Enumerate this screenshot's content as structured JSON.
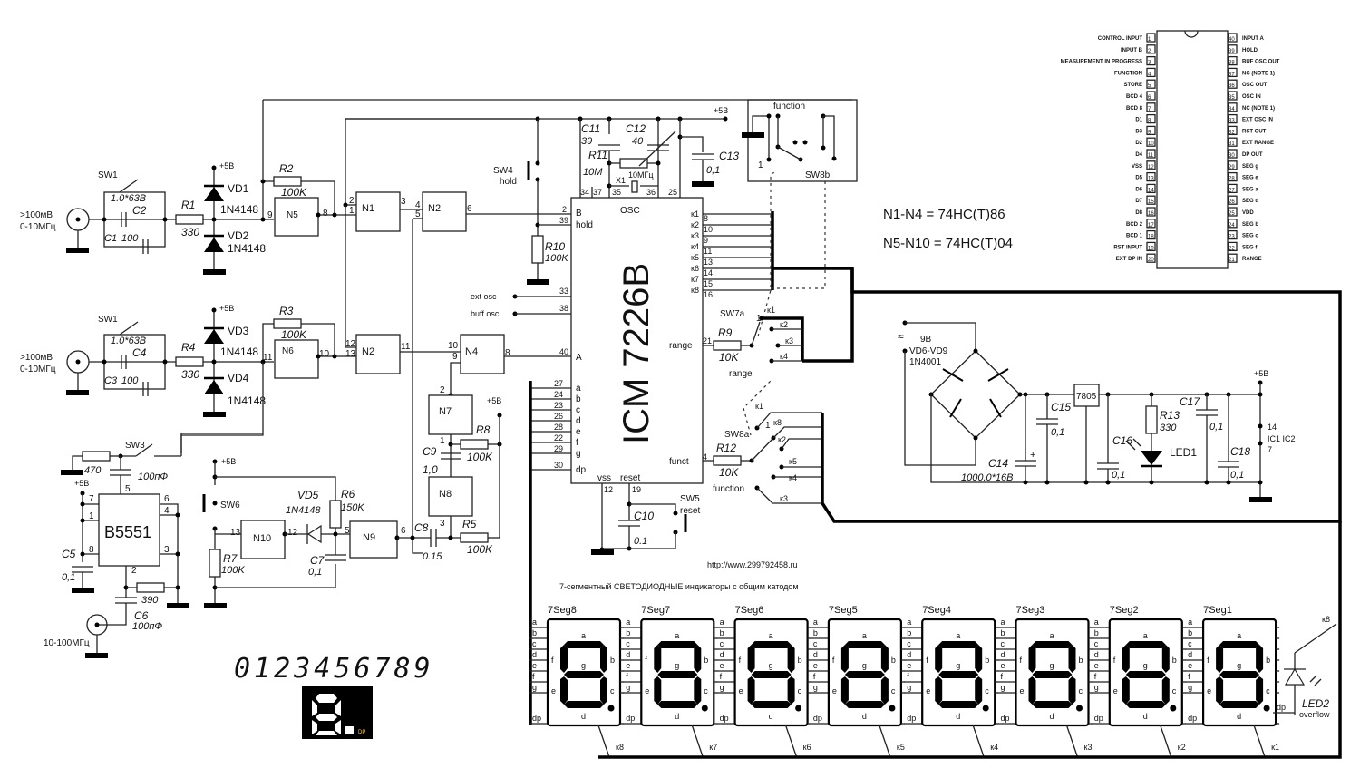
{
  "pinout": {
    "left": [
      {
        "n": "1",
        "name": "CONTROL INPUT"
      },
      {
        "n": "2",
        "name": "INPUT B"
      },
      {
        "n": "3",
        "name": "MEASUREMENT IN PROGRESS"
      },
      {
        "n": "4",
        "name": "FUNCTION"
      },
      {
        "n": "5",
        "name": "STORE"
      },
      {
        "n": "6",
        "name": "BCD 4"
      },
      {
        "n": "7",
        "name": "BCD 8"
      },
      {
        "n": "8",
        "name": "D1"
      },
      {
        "n": "9",
        "name": "D3"
      },
      {
        "n": "10",
        "name": "D2"
      },
      {
        "n": "11",
        "name": "D4"
      },
      {
        "n": "12",
        "name": "VSS"
      },
      {
        "n": "13",
        "name": "D5"
      },
      {
        "n": "14",
        "name": "D6"
      },
      {
        "n": "15",
        "name": "D7"
      },
      {
        "n": "16",
        "name": "D8"
      },
      {
        "n": "17",
        "name": "BCD 2"
      },
      {
        "n": "18",
        "name": "BCD 1"
      },
      {
        "n": "19",
        "name": "RST INPUT"
      },
      {
        "n": "20",
        "name": "EXT DP IN"
      }
    ],
    "right": [
      {
        "n": "40",
        "name": "INPUT A"
      },
      {
        "n": "39",
        "name": "HOLD"
      },
      {
        "n": "38",
        "name": "BUF OSC OUT"
      },
      {
        "n": "37",
        "name": "NC (NOTE 1)"
      },
      {
        "n": "36",
        "name": "OSC OUT"
      },
      {
        "n": "35",
        "name": "OSC IN"
      },
      {
        "n": "34",
        "name": "NC (NOTE 1)"
      },
      {
        "n": "33",
        "name": "EXT OSC IN"
      },
      {
        "n": "32",
        "name": "RST OUT"
      },
      {
        "n": "31",
        "name": "EXT RANGE"
      },
      {
        "n": "30",
        "name": "DP OUT"
      },
      {
        "n": "29",
        "name": "SEG g"
      },
      {
        "n": "28",
        "name": "SEG e"
      },
      {
        "n": "27",
        "name": "SEG a"
      },
      {
        "n": "26",
        "name": "SEG d"
      },
      {
        "n": "25",
        "name": "VDD"
      },
      {
        "n": "24",
        "name": "SEG b"
      },
      {
        "n": "23",
        "name": "SEG c"
      },
      {
        "n": "22",
        "name": "SEG f"
      },
      {
        "n": "21",
        "name": "RANGE"
      }
    ]
  },
  "notes": {
    "n1n4": "N1-N4 = 74HC(T)86",
    "n5n10": "N5-N10 = 74HC(T)04"
  },
  "inputs": {
    "ch_a_level": ">100мВ",
    "ch_a_freq": "0-10МГц",
    "ch_b_level": ">100мВ",
    "ch_b_freq": "0-10МГц",
    "ch_c_freq": "10-100МГц"
  },
  "labels": {
    "sw1": "SW1",
    "sw3": "SW3",
    "sw4": "SW4",
    "hold": "hold",
    "sw5": "SW5",
    "reset": "reset",
    "sw6": "SW6",
    "sw7a": "SW7a",
    "range": "range",
    "sw8a": "SW8a",
    "sw8b": "SW8b",
    "function": "function",
    "plus5": "+5B",
    "ext_osc": "ext osc",
    "buff_osc": "buff osc",
    "osc": "OSC",
    "funct": "funct",
    "vss": "vss",
    "reset_pin": "reset",
    "pin_a": "A",
    "pin_b": "B",
    "hold_pin": "hold",
    "chip": "ICM 7226B",
    "b5551": "B5551",
    "reg": "7805",
    "x1": "X1",
    "xtal": "10МГц",
    "ac": "9B",
    "bridge": "VD6-VD9",
    "bridge_type": "1N4001",
    "ic_pins": "IC1 IC2",
    "pin14": "14",
    "pin7": "7",
    "led1": "LED1",
    "led2": "LED2",
    "overflow": "overflow",
    "url": "http://www.299792458.ru",
    "display_caption": "7-сегментный СВЕТОДИОДНЫЕ индикаторы с общим катодом",
    "digits_demo": "0123456789",
    "dp": "DP"
  },
  "components": {
    "C2": "C2",
    "C2v": "1.0*63B",
    "C1": "C1",
    "C1v": "100",
    "R1": "R1",
    "R1v": "330",
    "VD1": "VD1",
    "VD2": "VD2",
    "d1n": "1N4148",
    "R2": "R2",
    "R2v": "100K",
    "C4": "C4",
    "C4v": "1.0*63B",
    "C3": "C3",
    "C3v": "100",
    "R4": "R4",
    "R4v": "330",
    "VD3": "VD3",
    "VD4": "VD4",
    "R3": "R3",
    "R3v": "100K",
    "R10": "R10",
    "R10v": "100K",
    "C11": "C11",
    "C11v": "39",
    "C12": "C12",
    "C12v": "40",
    "R11": "R11",
    "R11v": "10M",
    "C13": "C13",
    "C13v": "0,1",
    "R9": "R9",
    "R9v": "10K",
    "R12": "R12",
    "R12v": "10K",
    "C10": "C10",
    "C10v": "0.1",
    "R8": "R8",
    "R8v": "100K",
    "C9": "C9",
    "C9v": "1,0",
    "R5": "R5",
    "R5v": "100K",
    "C8": "C8",
    "C8v": "0.15",
    "R6": "R6",
    "R6v": "150K",
    "VD5": "VD5",
    "C7": "C7",
    "C7v": "0,1",
    "R7": "R7",
    "R7v": "100K",
    "R470": "470",
    "C100p": "100пФ",
    "C5": "C5",
    "C5v": "0,1",
    "R390": "390",
    "C6": "C6",
    "C6v": "100пФ",
    "C14": "C14",
    "C14v": "1000.0*16B",
    "C15": "C15",
    "C15v": "0,1",
    "C16": "C16",
    "C16v": "0,1",
    "R13": "R13",
    "R13v": "330",
    "C17": "C17",
    "C17v": "0,1",
    "C18": "C18",
    "C18v": "0,1"
  },
  "chip_pins": {
    "left_seg": [
      {
        "n": "27",
        "s": "a"
      },
      {
        "n": "24",
        "s": "b"
      },
      {
        "n": "23",
        "s": "c"
      },
      {
        "n": "26",
        "s": "d"
      },
      {
        "n": "28",
        "s": "e"
      },
      {
        "n": "22",
        "s": "f"
      },
      {
        "n": "29",
        "s": "g"
      },
      {
        "n": "30",
        "s": "dp"
      }
    ],
    "right_k": [
      {
        "k": "к1",
        "n": "8"
      },
      {
        "k": "к2",
        "n": "10"
      },
      {
        "k": "к3",
        "n": "9"
      },
      {
        "k": "к4",
        "n": "11"
      },
      {
        "k": "к5",
        "n": "13"
      },
      {
        "k": "к6",
        "n": "14"
      },
      {
        "k": "к7",
        "n": "15"
      },
      {
        "k": "к8",
        "n": "16"
      }
    ],
    "top": [
      "34",
      "37",
      "35",
      "36",
      "25"
    ]
  },
  "gates": [
    "N1",
    "N2",
    "N2",
    "N4",
    "N5",
    "N6",
    "N7",
    "N8",
    "N9",
    "N10"
  ],
  "displays": [
    {
      "name": "7Seg8",
      "k": "к8"
    },
    {
      "name": "7Seg7",
      "k": "к7"
    },
    {
      "name": "7Seg6",
      "k": "к6"
    },
    {
      "name": "7Seg5",
      "k": "к5"
    },
    {
      "name": "7Seg4",
      "k": "к4"
    },
    {
      "name": "7Seg3",
      "k": "к3"
    },
    {
      "name": "7Seg2",
      "k": "к2"
    },
    {
      "name": "7Seg1",
      "k": "к1"
    }
  ],
  "seg_letters": [
    "a",
    "b",
    "c",
    "d",
    "e",
    "f",
    "g",
    "dp"
  ],
  "sw7_contacts": [
    "к1",
    "к2",
    "к3",
    "к4"
  ],
  "sw8_contacts": [
    "к1",
    "к8",
    "к2",
    "к5",
    "к4",
    "к3"
  ],
  "led2_k": "к8"
}
